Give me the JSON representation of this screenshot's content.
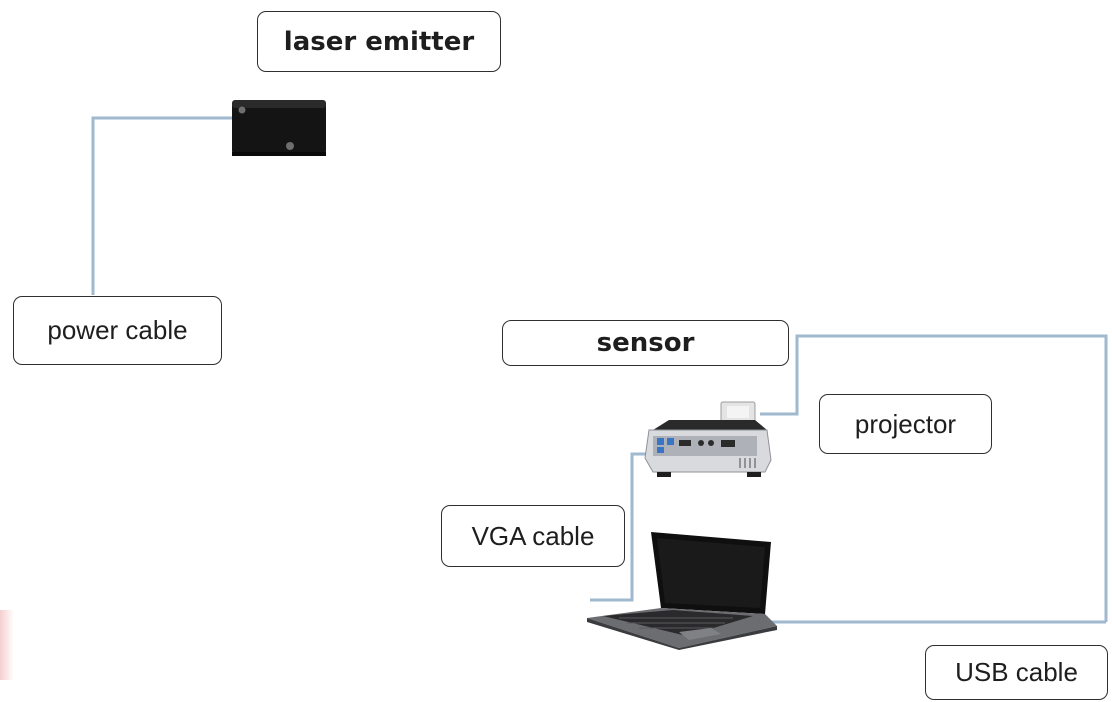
{
  "diagram": {
    "labels": {
      "laser_emitter": "laser emitter",
      "power_cable": "power cable",
      "sensor": "sensor",
      "projector": "projector",
      "vga_cable": "VGA cable",
      "usb_cable": "USB cable"
    },
    "colors": {
      "cable": "#9fb9cf",
      "box_border": "#2f2f2f",
      "text": "#1e1e1e",
      "device_dark": "#141414",
      "projector_body": "#d8dade"
    }
  }
}
